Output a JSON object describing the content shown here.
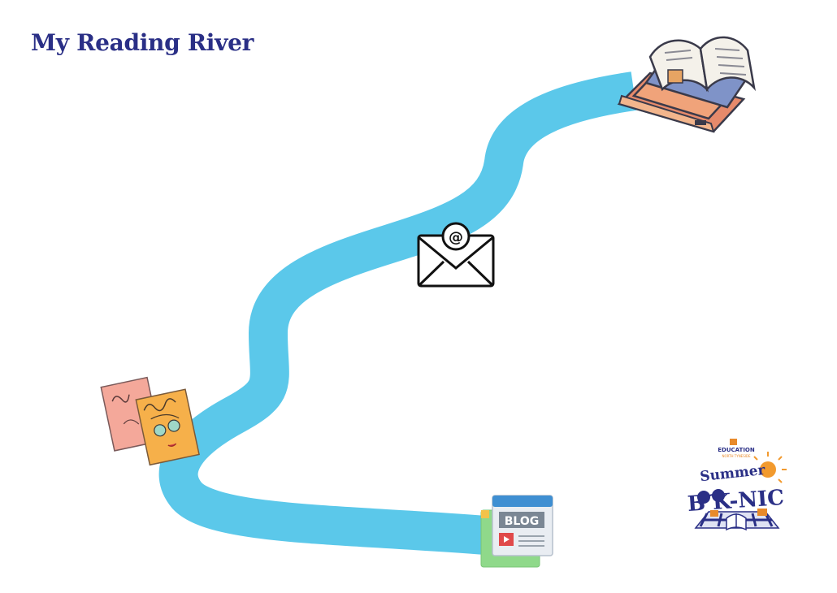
{
  "page": {
    "title": "My Reading River",
    "river_color": "#5bc8ea",
    "title_color": "#2a2f86"
  },
  "icons": {
    "book_stack": "open-book-stack-icon",
    "email": "email-envelope-icon",
    "magazines": "magazines-icon",
    "blog": "blog-page-icon"
  },
  "blog": {
    "label": "BLOG"
  },
  "logo": {
    "org": "EDUCATION",
    "org_sub": "NORTH TYNESIDE",
    "word1": "Summer",
    "word2": "B  K-NIC"
  }
}
